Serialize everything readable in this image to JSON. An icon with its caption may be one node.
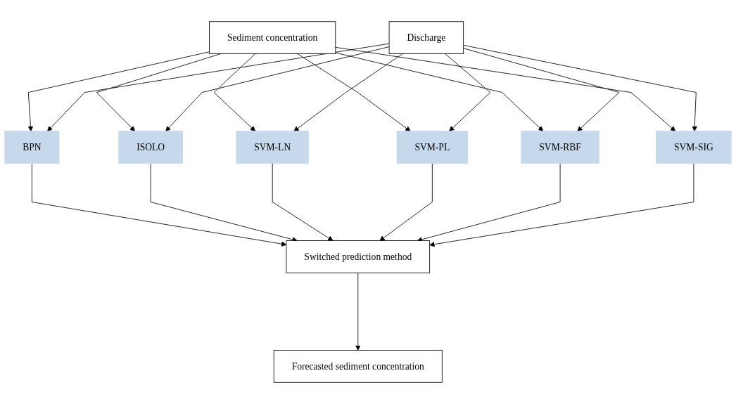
{
  "diagram": {
    "nodes": [
      {
        "text": [
          "Sediment concentration"
        ]
      },
      {
        "text": [
          "Discharge"
        ]
      },
      {
        "text": [
          "BPN"
        ]
      },
      {
        "text": [
          "ISOLO"
        ]
      },
      {
        "text": [
          "SVM-LN"
        ]
      },
      {
        "text": [
          "SVM-PL"
        ]
      },
      {
        "text": [
          "SVM-RBF"
        ]
      },
      {
        "text": [
          "SVM-SIG"
        ]
      },
      {
        "text": [
          "Switched prediction method"
        ]
      },
      {
        "text": [
          "Forecasted sediment concentration"
        ]
      }
    ],
    "edges": [
      {
        "from": 0,
        "to": 2,
        "arrow": "to"
      },
      {
        "from": 0,
        "to": 3,
        "arrow": "to"
      },
      {
        "from": 0,
        "to": 4,
        "arrow": "to"
      },
      {
        "from": 0,
        "to": 5,
        "arrow": "to"
      },
      {
        "from": 0,
        "to": 6,
        "arrow": "to"
      },
      {
        "from": 0,
        "to": 7,
        "arrow": "to"
      },
      {
        "from": 1,
        "to": 2,
        "arrow": "to"
      },
      {
        "from": 1,
        "to": 3,
        "arrow": "to"
      },
      {
        "from": 1,
        "to": 4,
        "arrow": "to"
      },
      {
        "from": 1,
        "to": 5,
        "arrow": "to"
      },
      {
        "from": 1,
        "to": 6,
        "arrow": "to"
      },
      {
        "from": 1,
        "to": 7,
        "arrow": "to"
      },
      {
        "from": 2,
        "to": 8,
        "arrow": "to"
      },
      {
        "from": 3,
        "to": 8,
        "arrow": "to"
      },
      {
        "from": 4,
        "to": 8,
        "arrow": "to"
      },
      {
        "from": 5,
        "to": 8,
        "arrow": "to"
      },
      {
        "from": 6,
        "to": 8,
        "arrow": "to"
      },
      {
        "from": 7,
        "to": 8,
        "arrow": "to"
      },
      {
        "from": 8,
        "to": 9,
        "arrow": "to"
      }
    ]
  }
}
